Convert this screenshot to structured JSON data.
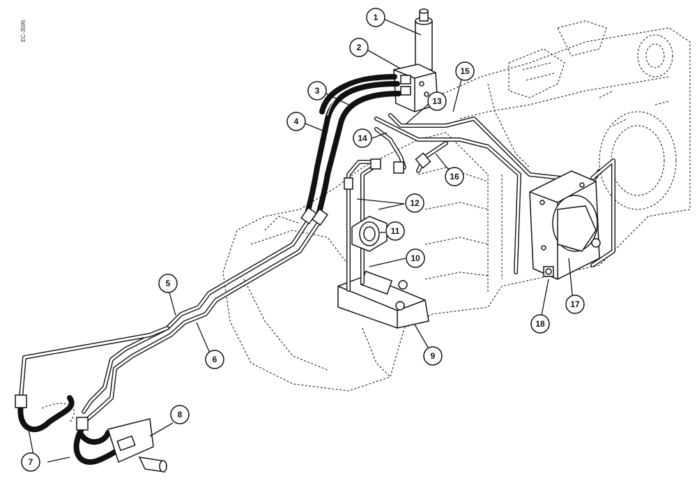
{
  "drawing_code": "EC-3595",
  "callouts": [
    {
      "id": "callout-1",
      "label": "1"
    },
    {
      "id": "callout-2",
      "label": "2"
    },
    {
      "id": "callout-3",
      "label": "3"
    },
    {
      "id": "callout-4",
      "label": "4"
    },
    {
      "id": "callout-5",
      "label": "5"
    },
    {
      "id": "callout-6",
      "label": "6"
    },
    {
      "id": "callout-7",
      "label": "7"
    },
    {
      "id": "callout-8",
      "label": "8"
    },
    {
      "id": "callout-9",
      "label": "9"
    },
    {
      "id": "callout-10",
      "label": "10"
    },
    {
      "id": "callout-11",
      "label": "11"
    },
    {
      "id": "callout-12",
      "label": "12"
    },
    {
      "id": "callout-13",
      "label": "13"
    },
    {
      "id": "callout-14",
      "label": "14"
    },
    {
      "id": "callout-15",
      "label": "15"
    },
    {
      "id": "callout-16",
      "label": "16"
    },
    {
      "id": "callout-17",
      "label": "17"
    },
    {
      "id": "callout-18",
      "label": "18"
    }
  ]
}
